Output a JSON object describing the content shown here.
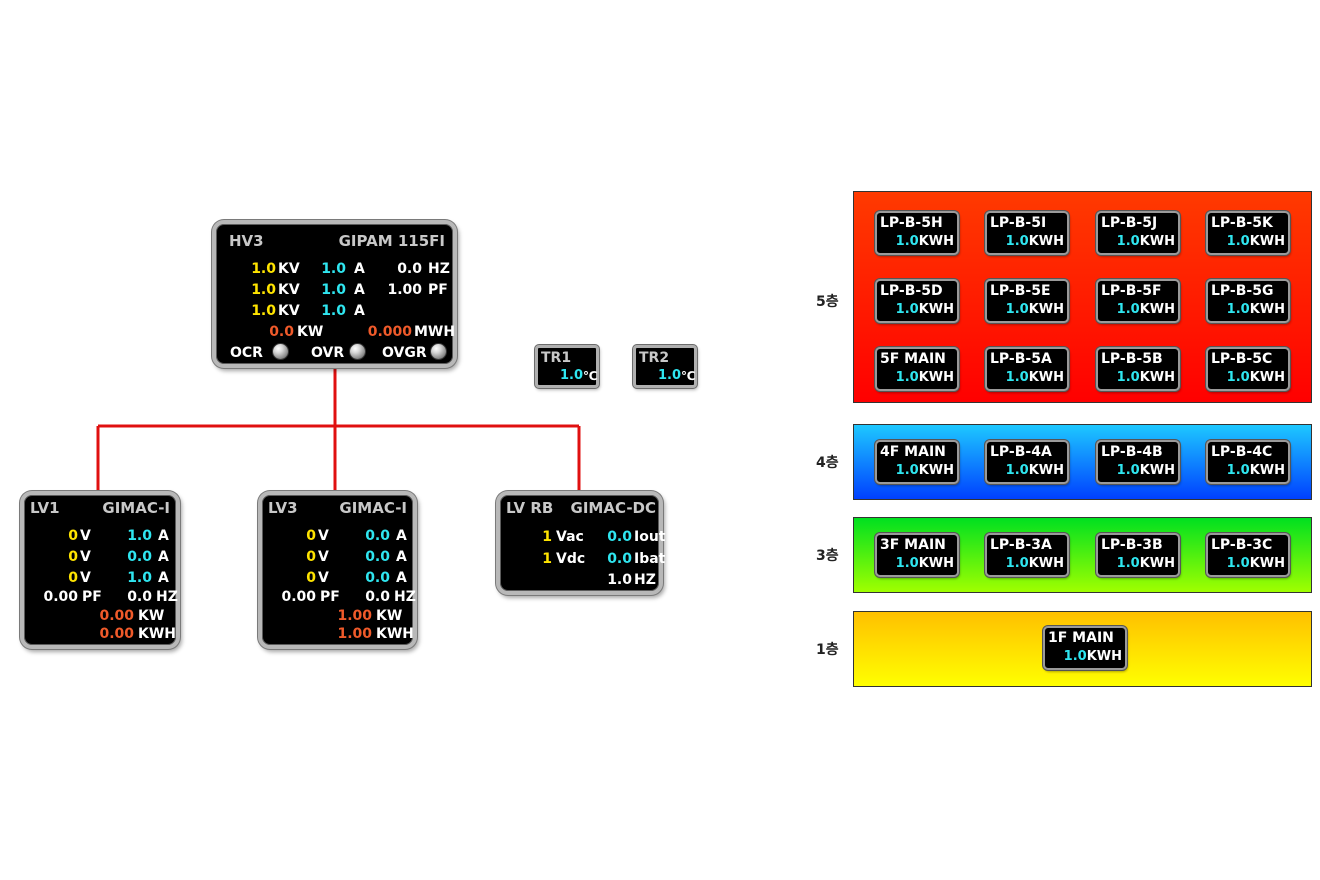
{
  "hv3": {
    "name": "HV3",
    "model": "GIPAM 115FI",
    "rows": [
      {
        "kv": "1.0",
        "kv_unit": "KV",
        "a": "1.0",
        "a_unit": "A",
        "x": "0.0",
        "x_unit": "HZ"
      },
      {
        "kv": "1.0",
        "kv_unit": "KV",
        "a": "1.0",
        "a_unit": "A",
        "x": "1.00",
        "x_unit": "PF"
      },
      {
        "kv": "1.0",
        "kv_unit": "KV",
        "a": "1.0",
        "a_unit": "A"
      }
    ],
    "kw": "0.0",
    "kw_unit": "KW",
    "mwh": "0.000",
    "mwh_unit": "MWH",
    "relays": [
      "OCR",
      "OVR",
      "OVGR"
    ]
  },
  "tr": [
    {
      "name": "TR1",
      "value": "1.0",
      "unit": "℃"
    },
    {
      "name": "TR2",
      "value": "1.0",
      "unit": "℃"
    }
  ],
  "lv1": {
    "name": "LV1",
    "model": "GIMAC-I",
    "rows": [
      {
        "v": "0",
        "v_unit": "V",
        "a": "1.0",
        "a_unit": "A"
      },
      {
        "v": "0",
        "v_unit": "V",
        "a": "0.0",
        "a_unit": "A"
      },
      {
        "v": "0",
        "v_unit": "V",
        "a": "1.0",
        "a_unit": "A"
      }
    ],
    "pf": "0.00",
    "pf_unit": "PF",
    "hz": "0.0",
    "hz_unit": "HZ",
    "kw": "0.00",
    "kw_unit": "KW",
    "kwh": "0.00",
    "kwh_unit": "KWH"
  },
  "lv3": {
    "name": "LV3",
    "model": "GIMAC-I",
    "rows": [
      {
        "v": "0",
        "v_unit": "V",
        "a": "0.0",
        "a_unit": "A"
      },
      {
        "v": "0",
        "v_unit": "V",
        "a": "0.0",
        "a_unit": "A"
      },
      {
        "v": "0",
        "v_unit": "V",
        "a": "0.0",
        "a_unit": "A"
      }
    ],
    "pf": "0.00",
    "pf_unit": "PF",
    "hz": "0.0",
    "hz_unit": "HZ",
    "kw": "1.00",
    "kw_unit": "KW",
    "kwh": "1.00",
    "kwh_unit": "KWH"
  },
  "lvrb": {
    "name": "LV RB",
    "model": "GIMAC-DC",
    "vac": "1",
    "vac_unit": "Vac",
    "iout": "0.0",
    "iout_unit": "Iout",
    "vdc": "1",
    "vdc_unit": "Vdc",
    "ibat": "0.0",
    "ibat_unit": "Ibat",
    "hz": "1.0",
    "hz_unit": "HZ"
  },
  "floors": [
    {
      "label": "5층",
      "panels": [
        {
          "name": "LP-B-5H",
          "value": "1.0",
          "unit": "KWH"
        },
        {
          "name": "LP-B-5I",
          "value": "1.0",
          "unit": "KWH"
        },
        {
          "name": "LP-B-5J",
          "value": "1.0",
          "unit": "KWH"
        },
        {
          "name": "LP-B-5K",
          "value": "1.0",
          "unit": "KWH"
        },
        {
          "name": "LP-B-5D",
          "value": "1.0",
          "unit": "KWH"
        },
        {
          "name": "LP-B-5E",
          "value": "1.0",
          "unit": "KWH"
        },
        {
          "name": "LP-B-5F",
          "value": "1.0",
          "unit": "KWH"
        },
        {
          "name": "LP-B-5G",
          "value": "1.0",
          "unit": "KWH"
        },
        {
          "name": "5F MAIN",
          "value": "1.0",
          "unit": "KWH"
        },
        {
          "name": "LP-B-5A",
          "value": "1.0",
          "unit": "KWH"
        },
        {
          "name": "LP-B-5B",
          "value": "1.0",
          "unit": "KWH"
        },
        {
          "name": "LP-B-5C",
          "value": "1.0",
          "unit": "KWH"
        }
      ]
    },
    {
      "label": "4층",
      "panels": [
        {
          "name": "4F MAIN",
          "value": "1.0",
          "unit": "KWH"
        },
        {
          "name": "LP-B-4A",
          "value": "1.0",
          "unit": "KWH"
        },
        {
          "name": "LP-B-4B",
          "value": "1.0",
          "unit": "KWH"
        },
        {
          "name": "LP-B-4C",
          "value": "1.0",
          "unit": "KWH"
        }
      ]
    },
    {
      "label": "3층",
      "panels": [
        {
          "name": "3F MAIN",
          "value": "1.0",
          "unit": "KWH"
        },
        {
          "name": "LP-B-3A",
          "value": "1.0",
          "unit": "KWH"
        },
        {
          "name": "LP-B-3B",
          "value": "1.0",
          "unit": "KWH"
        },
        {
          "name": "LP-B-3C",
          "value": "1.0",
          "unit": "KWH"
        }
      ]
    },
    {
      "label": "1층",
      "panels": [
        {
          "name": "1F MAIN",
          "value": "1.0",
          "unit": "KWH"
        }
      ]
    }
  ],
  "colors": {
    "line": "#e01010",
    "yellow_value": "#ffe400",
    "cyan_value": "#2fe6f0",
    "red_value": "#f05a2a",
    "floor5": [
      "#ff3a00",
      "#ff0000"
    ],
    "floor4": [
      "#1ec8ff",
      "#0040ff"
    ],
    "floor3": [
      "#00e020",
      "#a0ff00"
    ],
    "floor1": [
      "#ffc000",
      "#ffff00"
    ]
  },
  "icons": {
    "relay_indicator": "circle-led-icon"
  }
}
